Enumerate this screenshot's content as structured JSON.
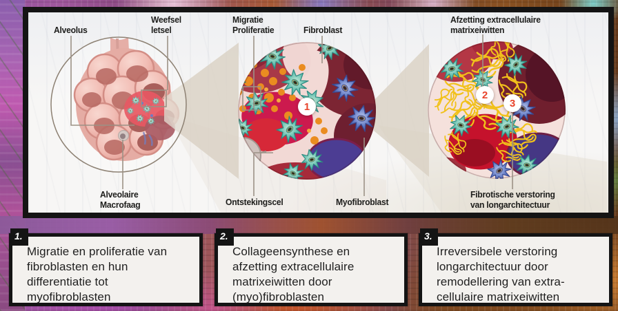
{
  "colors": {
    "ink": "#141414",
    "accent-red": "#e8432b",
    "box-bg": "#f3f1ee",
    "panel-bg": "#f7f6f5",
    "label-ink": "#1d1d1b",
    "pointer-gray": "#9c9286",
    "collagen-yellow": "#f1c11b",
    "fibroblast-teal": "#59b9ab",
    "tissue-pink": "#f2d9d5",
    "deep-red": "#7c2533"
  },
  "figure": {
    "labels": {
      "alveolus": "Alveolus",
      "weefsel_letsel": "Weefsel\nletsel",
      "migratie_proliferatie": "Migratie\nProliferatie",
      "fibroblast": "Fibroblast",
      "afzetting": "Afzetting extracellulaire\nmatrixeiwitten",
      "alveolaire_macrofaag": "Alveolaire\nMacrofaag",
      "ontstekingscel": "Ontstekingscel",
      "myofibroblast": "Myofibroblast",
      "fibrotische": "Fibrotische verstoring\nvan longarchitectuur"
    },
    "markers": {
      "m1": "1",
      "m2": "2",
      "m3": "3"
    }
  },
  "steps": [
    {
      "number": "1.",
      "text": "Migratie en proliferatie van\nfibroblasten en hun\ndifferentiatie tot\nmyofibroblasten"
    },
    {
      "number": "2.",
      "text": "Collageensynthese en\nafzetting extracellulaire\nmatrixeiwitten door\n(myo)fibroblasten"
    },
    {
      "number": "3.",
      "text": "Irreversibele verstoring\nlongarchitectuur door\nremodellering van extra-\ncellulaire matrixeiwitten"
    }
  ]
}
